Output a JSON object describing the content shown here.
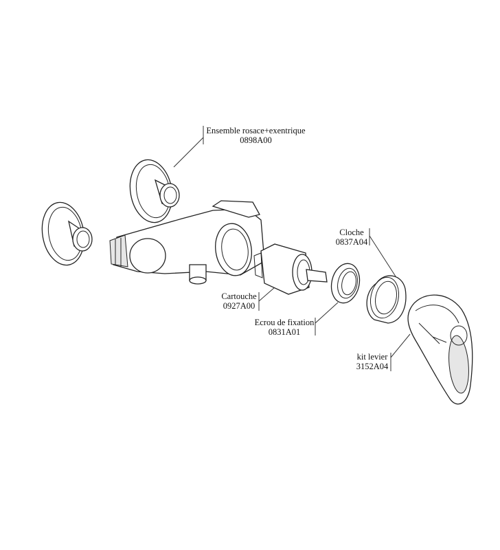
{
  "parts": [
    {
      "name": "Ensemble rosace+exentrique",
      "ref": "0898A00"
    },
    {
      "name": "Cloche",
      "ref": "0837A04"
    },
    {
      "name": "Cartouche",
      "ref": "0927A00"
    },
    {
      "name": "Ecrou de fixation",
      "ref": "0831A01"
    },
    {
      "name": "kit levier",
      "ref": "3152A04"
    }
  ]
}
